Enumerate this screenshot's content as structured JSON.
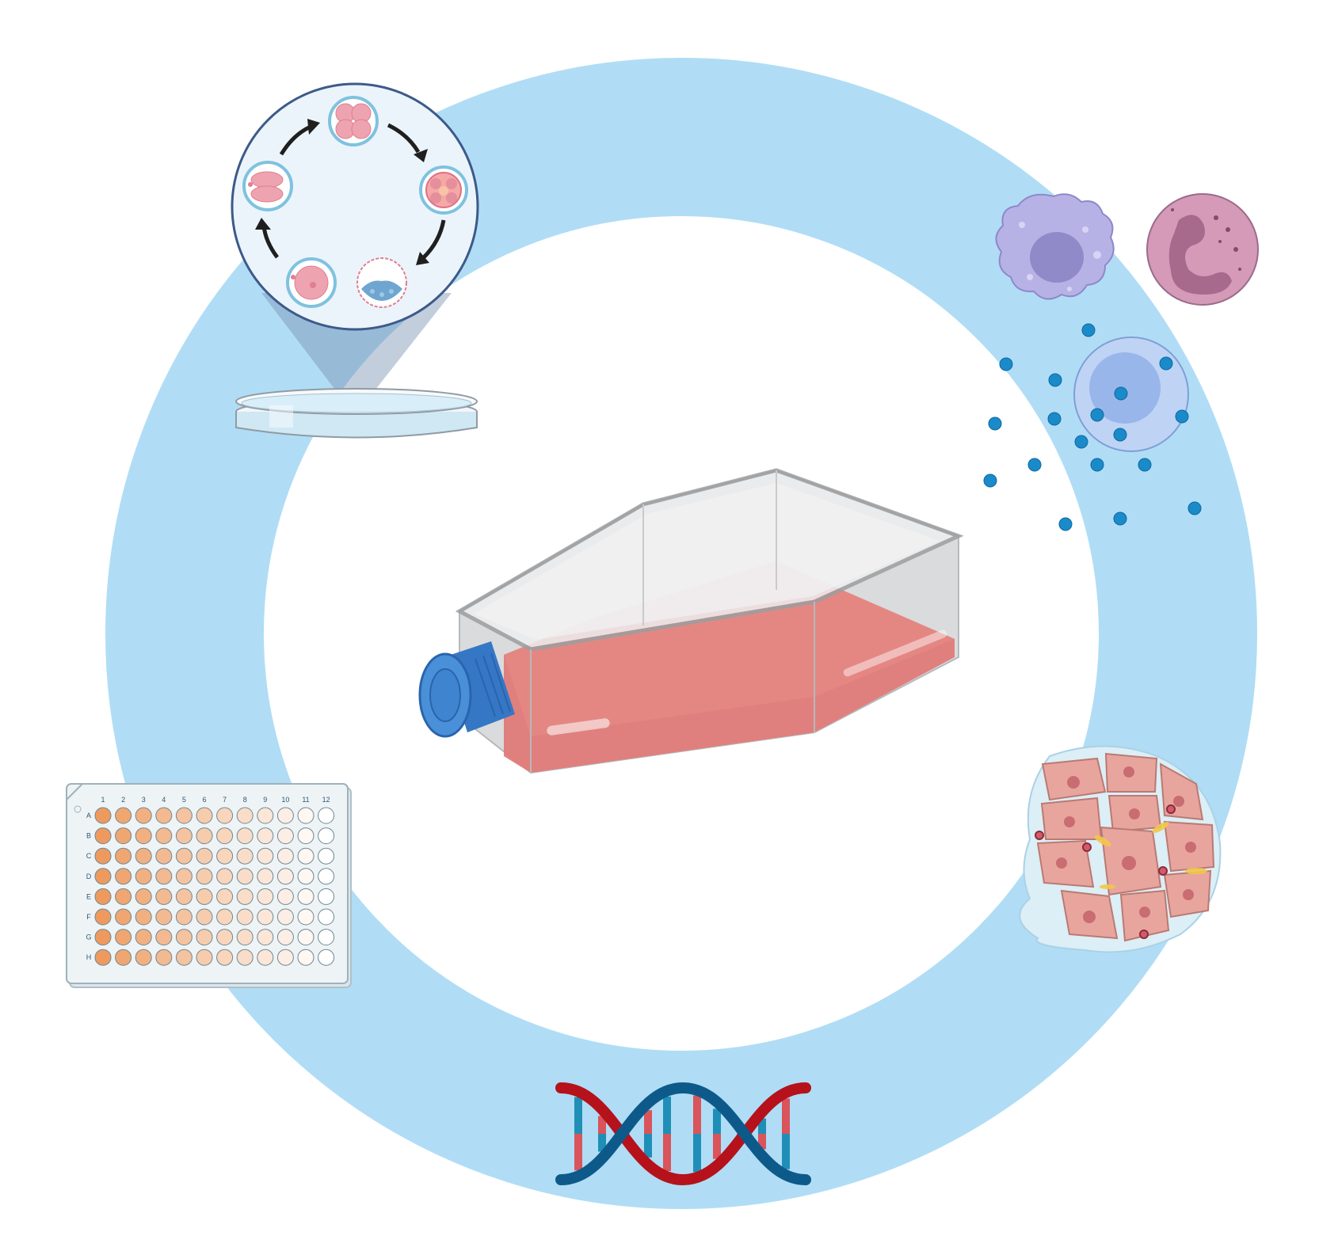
{
  "colors": {
    "ring": "#b0ddf5",
    "flask_medium": "#e07b78",
    "flask_cap": "#4a90d9",
    "dna_blue": "#0d5a8a",
    "dna_red": "#b5121b",
    "plate_well_dark": "#ee9a5e",
    "plate_well_light": "#ffffff",
    "embryo_pink": "#eea3b0",
    "macrophage": "#b7b2e6",
    "neutrophil": "#d49ab7",
    "lymphocyte": "#a9c4ef",
    "particle": "#1b8ac9",
    "tissue_cell": "#e8a59e"
  },
  "icons": [
    "embryo-development-cycle-icon",
    "petri-dish-icon",
    "cell-culture-flask-icon",
    "immune-cells-icon",
    "tissue-organoid-icon",
    "well-plate-icon",
    "dna-helix-icon"
  ],
  "plate": {
    "columns": [
      "1",
      "2",
      "3",
      "4",
      "5",
      "6",
      "7",
      "8",
      "9",
      "10",
      "11",
      "12"
    ],
    "rows": [
      "A",
      "B",
      "C",
      "D",
      "E",
      "F",
      "G",
      "H"
    ]
  }
}
